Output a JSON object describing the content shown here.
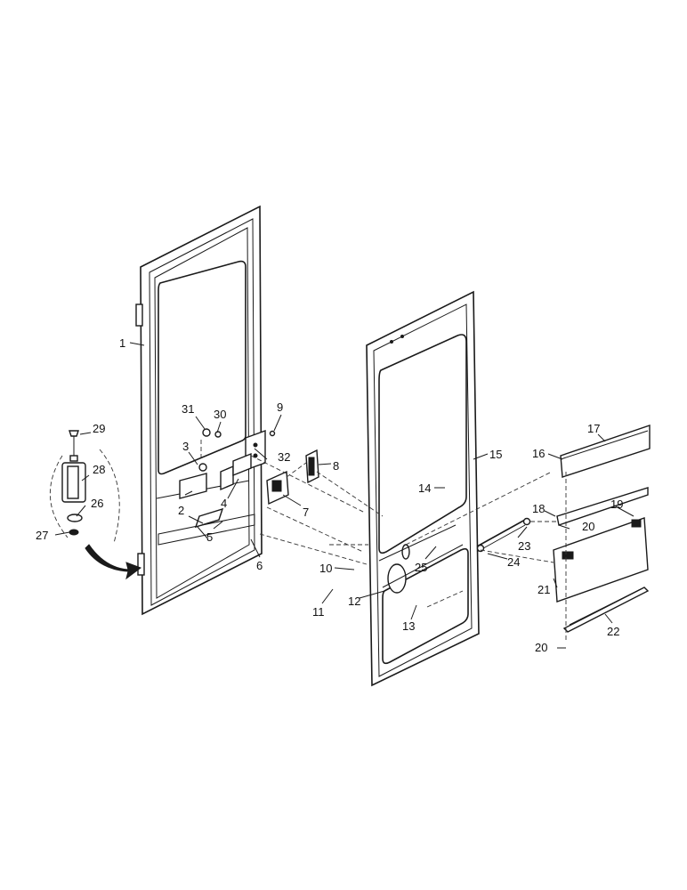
{
  "callouts": {
    "c1": "1",
    "c2": "2",
    "c3": "3",
    "c4": "4",
    "c5": "5",
    "c6": "6",
    "c7": "7",
    "c8": "8",
    "c9": "9",
    "c10": "10",
    "c11": "11",
    "c12": "12",
    "c13": "13",
    "c14": "14",
    "c15": "15",
    "c16": "16",
    "c17": "17",
    "c18": "18",
    "c19": "19",
    "c20a": "20",
    "c20b": "20",
    "c21": "21",
    "c22": "22",
    "c23": "23",
    "c24": "24",
    "c25": "25",
    "c26": "26",
    "c27": "27",
    "c28": "28",
    "c29": "29",
    "c30": "30",
    "c31": "31",
    "c32": "32"
  },
  "colors": {
    "line": "#1a1a1a",
    "background": "#ffffff"
  }
}
